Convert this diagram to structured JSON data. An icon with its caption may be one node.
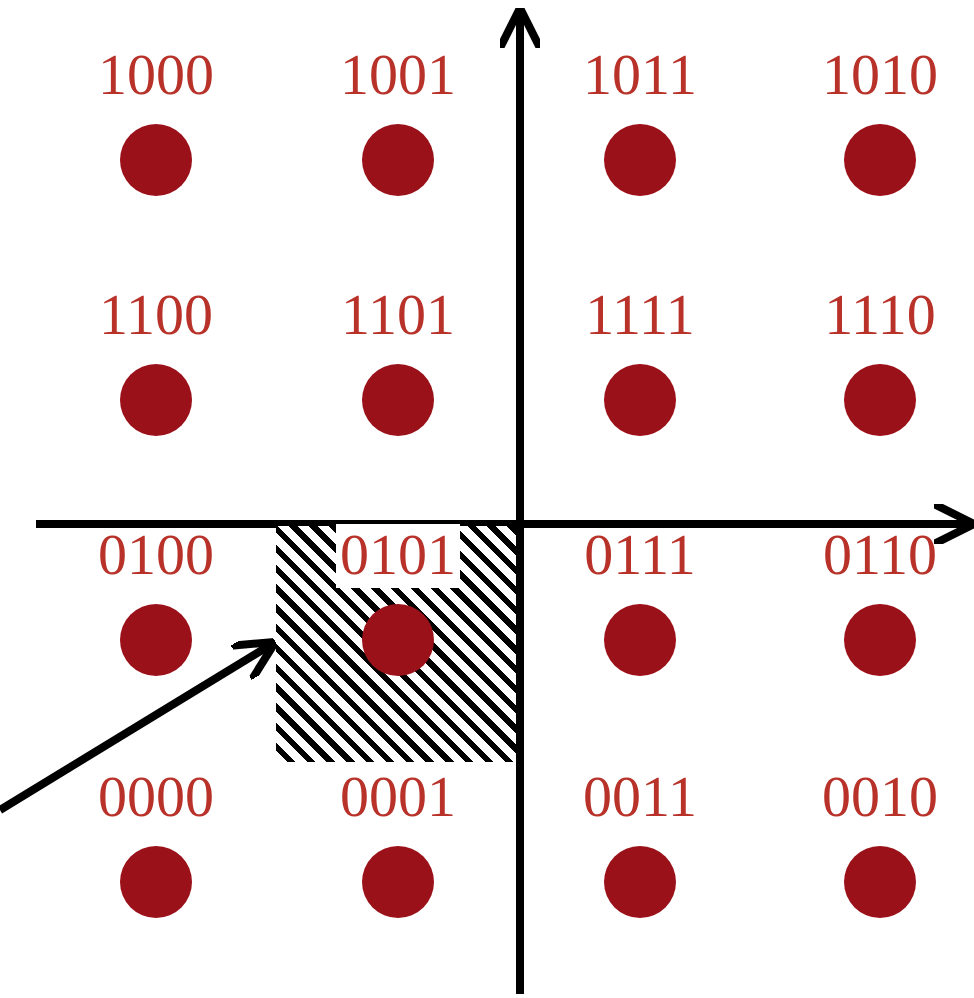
{
  "diagram": {
    "nodes": [
      {
        "text": [],
        "shape": "circle",
        "beside": [
          "1000"
        ]
      },
      {
        "text": [],
        "shape": "circle",
        "beside": [
          "1001"
        ]
      },
      {
        "text": [],
        "shape": "circle",
        "beside": [
          "1011"
        ]
      },
      {
        "text": [],
        "shape": "circle",
        "beside": [
          "1010"
        ]
      },
      {
        "text": [],
        "shape": "circle",
        "beside": [
          "1100"
        ]
      },
      {
        "text": [],
        "shape": "circle",
        "beside": [
          "1101"
        ]
      },
      {
        "text": [],
        "shape": "circle",
        "beside": [
          "1111"
        ]
      },
      {
        "text": [],
        "shape": "circle",
        "beside": [
          "1110"
        ]
      },
      {
        "text": [],
        "shape": "circle",
        "beside": [
          "0100"
        ]
      },
      {
        "text": [],
        "shape": "box"
      },
      {
        "text": [],
        "shape": "circle",
        "beside": [
          "0101"
        ],
        "in": 9
      },
      {
        "text": [],
        "shape": "circle",
        "beside": [
          "0111"
        ]
      },
      {
        "text": [],
        "shape": "circle",
        "beside": [
          "0110"
        ]
      },
      {
        "text": [],
        "shape": "circle",
        "beside": [
          "0000"
        ]
      },
      {
        "text": [],
        "shape": "circle",
        "beside": [
          "0001"
        ]
      },
      {
        "text": [],
        "shape": "circle",
        "beside": [
          "0011"
        ]
      },
      {
        "text": [],
        "shape": "circle",
        "beside": [
          "0010"
        ]
      }
    ],
    "edges": [
      {
        "from": null,
        "to": 9,
        "arrow": "to"
      }
    ]
  }
}
